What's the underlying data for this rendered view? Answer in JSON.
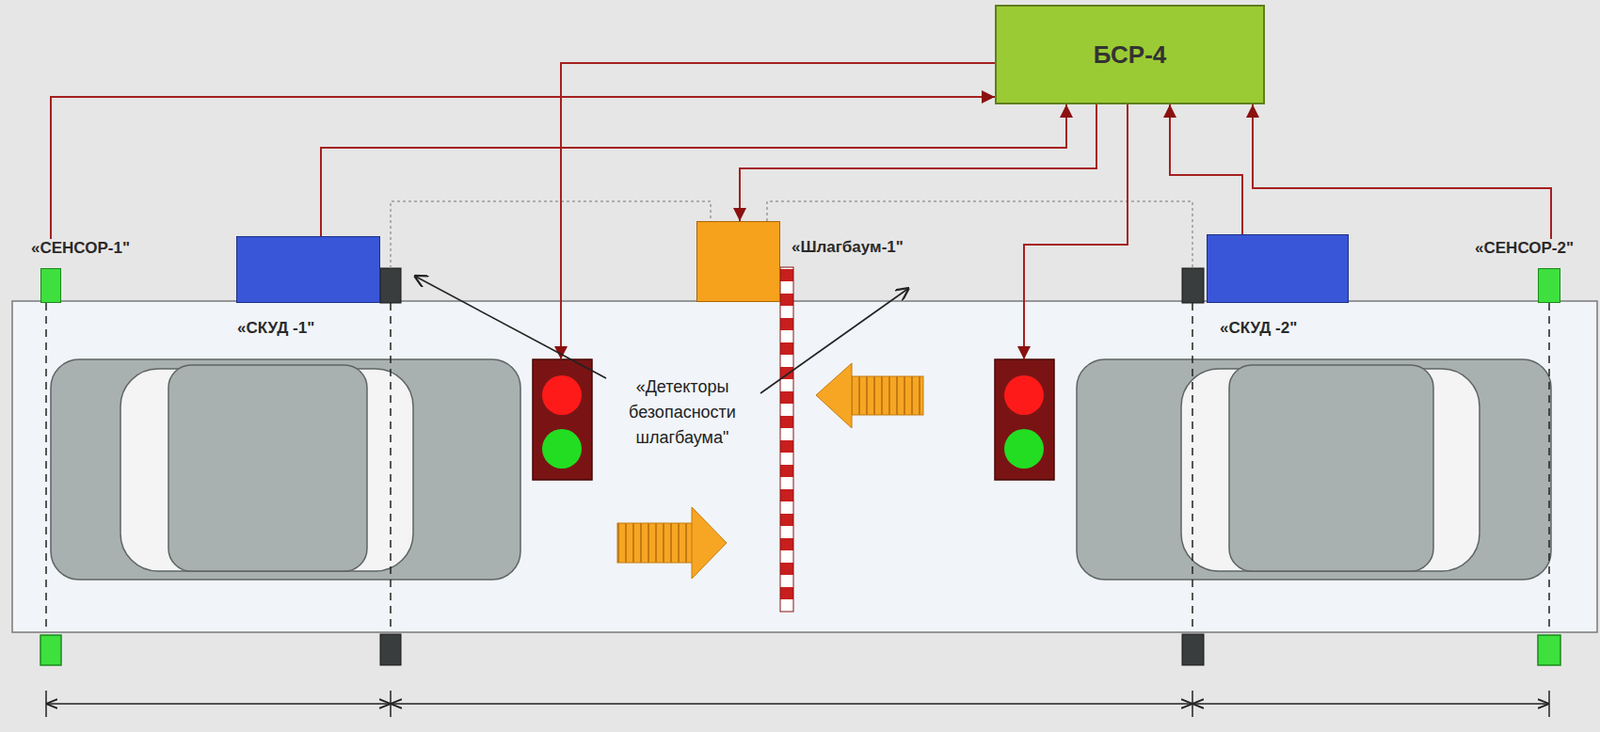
{
  "diagram": {
    "nodes": [
      {
        "text": [
          "БСР-4"
        ]
      },
      {
        "text": [
          "«СЕНСОР-1\""
        ]
      },
      {
        "text": [
          "«Шлагбаум-1\""
        ]
      },
      {
        "text": [
          "«СЕНСОР-2\""
        ]
      },
      {
        "text": [
          "«СКУД -1\""
        ]
      },
      {
        "text": [
          "«СКУД -2\""
        ]
      }
    ],
    "edges": [
      {
        "from": 1,
        "to": 0,
        "arrow": "to"
      },
      {
        "from": 4,
        "to": 0,
        "arrow": "to"
      },
      {
        "from": 0,
        "to": 2,
        "arrow": "to"
      },
      {
        "from": 5,
        "to": 0,
        "arrow": "to"
      },
      {
        "from": 3,
        "to": 0,
        "arrow": "to"
      }
    ],
    "labels": [
      "«Детекторы безопасности шлагбаума\""
    ]
  }
}
